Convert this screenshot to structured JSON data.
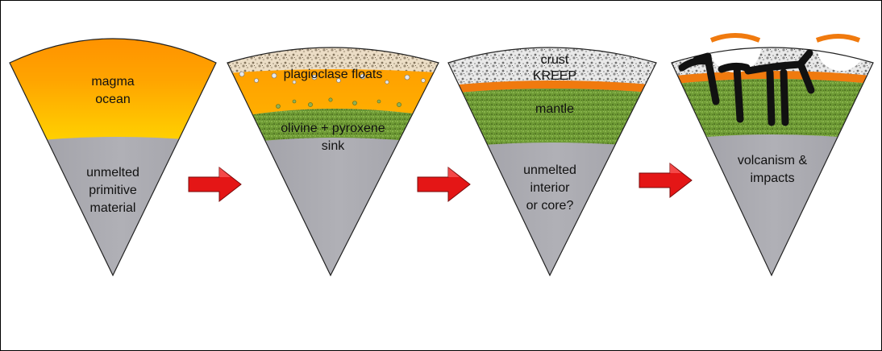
{
  "stages": [
    {
      "labels": [
        "magma",
        "ocean",
        "unmelted",
        "primitive",
        "material"
      ]
    },
    {
      "labels": [
        "plagioclase floats",
        "olivine + pyroxene",
        "sink"
      ]
    },
    {
      "labels": [
        "crust",
        "KREEP",
        "mantle",
        "unmelted",
        "interior",
        "or core?"
      ]
    },
    {
      "labels": [
        "volcanism &",
        "impacts"
      ]
    }
  ],
  "colors": {
    "magma_top": "#ff8a00",
    "magma_bottom": "#ffd400",
    "interior": "#a7a7ad",
    "mantle": "#6f9a36",
    "kreep": "#f07a0e",
    "crust": "#e6e6e6",
    "arrow": "#e41616",
    "volcanic": "#111111"
  },
  "icons": [
    "red-arrow-icon"
  ]
}
